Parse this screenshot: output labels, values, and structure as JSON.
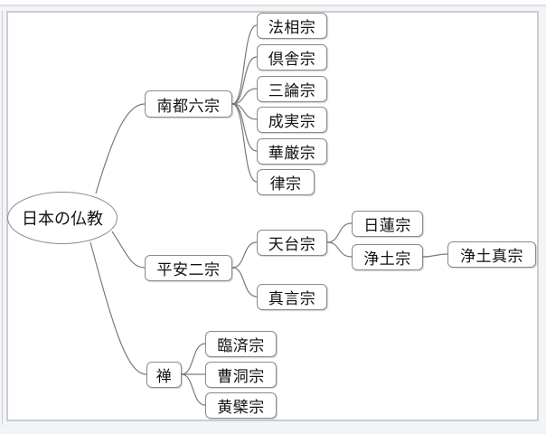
{
  "diagram": {
    "type": "mind-map",
    "root": {
      "label": "日本の仏教",
      "children": [
        {
          "label": "南都六宗",
          "children": [
            {
              "label": "法相宗"
            },
            {
              "label": "倶舎宗"
            },
            {
              "label": "三論宗"
            },
            {
              "label": "成実宗"
            },
            {
              "label": "華厳宗"
            },
            {
              "label": "律宗"
            }
          ]
        },
        {
          "label": "平安二宗",
          "children": [
            {
              "label": "天台宗",
              "children": [
                {
                  "label": "日蓮宗"
                },
                {
                  "label": "浄土宗",
                  "children": [
                    {
                      "label": "浄土真宗"
                    }
                  ]
                }
              ]
            },
            {
              "label": "真言宗"
            }
          ]
        },
        {
          "label": "禅",
          "children": [
            {
              "label": "臨済宗"
            },
            {
              "label": "曹洞宗"
            },
            {
              "label": "黄檗宗"
            }
          ]
        }
      ]
    }
  },
  "colors": {
    "node_border": "#8a8a8a",
    "link": "#7a7a7a",
    "panel_border": "#c9cdd2",
    "background": "#f3f4f6"
  }
}
